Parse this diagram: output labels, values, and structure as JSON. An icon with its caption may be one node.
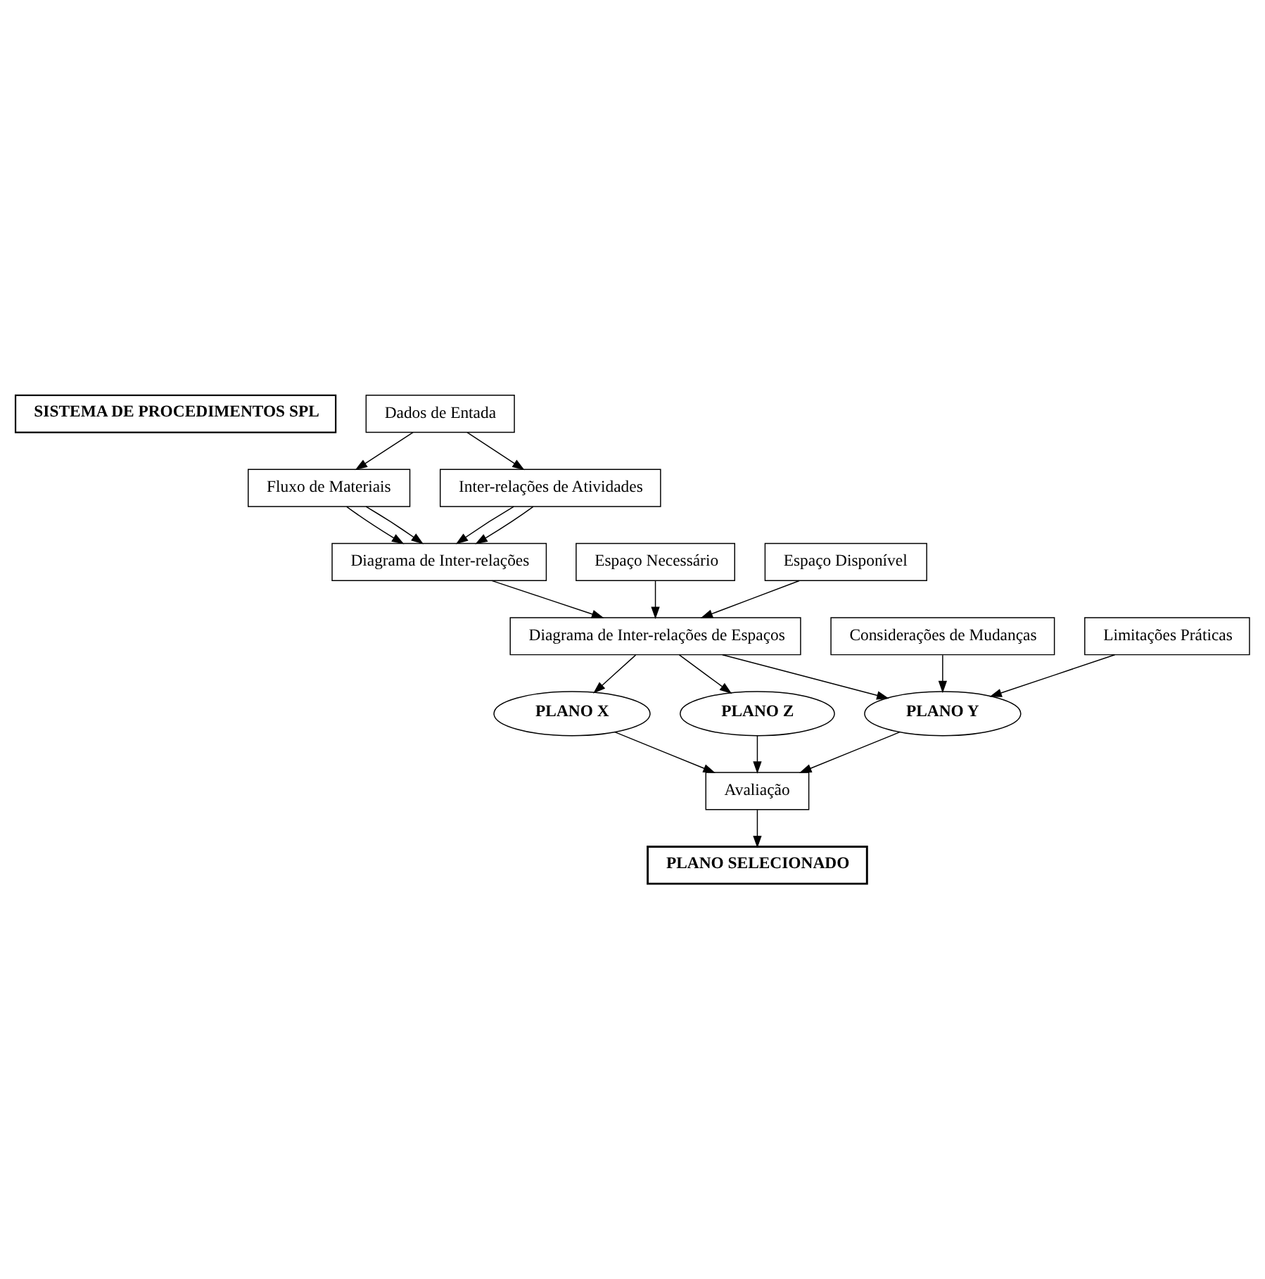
{
  "diagram": {
    "nodes": [
      {
        "text": [
          "SISTEMA DE PROCEDIMENTOS SPL"
        ]
      },
      {
        "text": [
          "Dados de Entada"
        ]
      },
      {
        "text": [
          "Fluxo de Materiais"
        ]
      },
      {
        "text": [
          "Inter-relações de Atividades"
        ]
      },
      {
        "text": [
          "Diagrama de Inter-relações"
        ]
      },
      {
        "text": [
          "Espaço Necessário"
        ]
      },
      {
        "text": [
          "Espaço Disponível"
        ]
      },
      {
        "text": [
          "Diagrama de Inter-relações de Espaços"
        ]
      },
      {
        "text": [
          "Considerações de Mudanças"
        ]
      },
      {
        "text": [
          "Limitações Práticas"
        ]
      },
      {
        "text": [
          "PLANO X"
        ]
      },
      {
        "text": [
          "PLANO Y"
        ]
      },
      {
        "text": [
          "PLANO Z"
        ]
      },
      {
        "text": [
          "Avaliação"
        ]
      },
      {
        "text": [
          "PLANO SELECIONADO"
        ]
      }
    ],
    "edges": [
      {
        "from": 1,
        "to": 2,
        "arrow": "to"
      },
      {
        "from": 1,
        "to": 3,
        "arrow": "to"
      },
      {
        "from": 2,
        "to": 4,
        "arrow": "to"
      },
      {
        "from": 3,
        "to": 4,
        "arrow": "to"
      },
      {
        "from": 2,
        "to": 4,
        "arrow": "to"
      },
      {
        "from": 3,
        "to": 4,
        "arrow": "to"
      },
      {
        "from": 4,
        "to": 7,
        "arrow": "to"
      },
      {
        "from": 5,
        "to": 7,
        "arrow": "to"
      },
      {
        "from": 6,
        "to": 7,
        "arrow": "to"
      },
      {
        "from": 7,
        "to": 10,
        "arrow": "to"
      },
      {
        "from": 7,
        "to": 11,
        "arrow": "to"
      },
      {
        "from": 7,
        "to": 12,
        "arrow": "to"
      },
      {
        "from": 8,
        "to": 11,
        "arrow": "to"
      },
      {
        "from": 9,
        "to": 11,
        "arrow": "to"
      },
      {
        "from": 10,
        "to": 13,
        "arrow": "to"
      },
      {
        "from": 11,
        "to": 13,
        "arrow": "to"
      },
      {
        "from": 12,
        "to": 13,
        "arrow": "to"
      },
      {
        "from": 13,
        "to": 14,
        "arrow": "to"
      }
    ]
  }
}
